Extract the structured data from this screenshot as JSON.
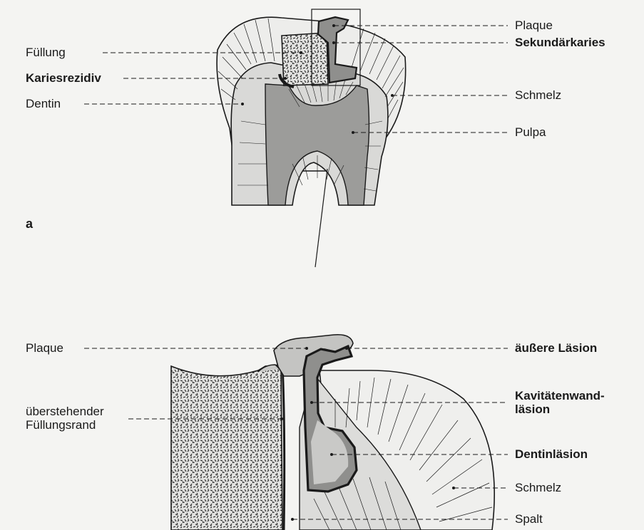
{
  "panel_a": {
    "marker": "a",
    "labels_left": {
      "fuellung": "Füllung",
      "kariesrezidiv": "Kariesrezidiv",
      "dentin": "Dentin"
    },
    "labels_right": {
      "plaque": "Plaque",
      "sekundaerkaries": "Sekundärkaries",
      "schmelz": "Schmelz",
      "pulpa": "Pulpa"
    }
  },
  "panel_b": {
    "labels_left": {
      "plaque": "Plaque",
      "fuellungsrand_line1": "überstehender",
      "fuellungsrand_line2": "Füllungsrand"
    },
    "labels_right": {
      "aeussere_laesion": "äußere Läsion",
      "kavitaetenwand_line1": "Kavitätenwand-",
      "kavitaetenwand_line2": "läsion",
      "dentinlaesion": "Dentinläsion",
      "schmelz": "Schmelz",
      "spalt": "Spalt"
    }
  },
  "colors": {
    "ink": "#1a1a1a",
    "enamel": "#ececea",
    "dentin": "#d6d6d4",
    "pulpa": "#9a9a98",
    "lesion": "#8e8e8c",
    "filling": "#bdbdbb",
    "background": "#f4f4f2"
  }
}
